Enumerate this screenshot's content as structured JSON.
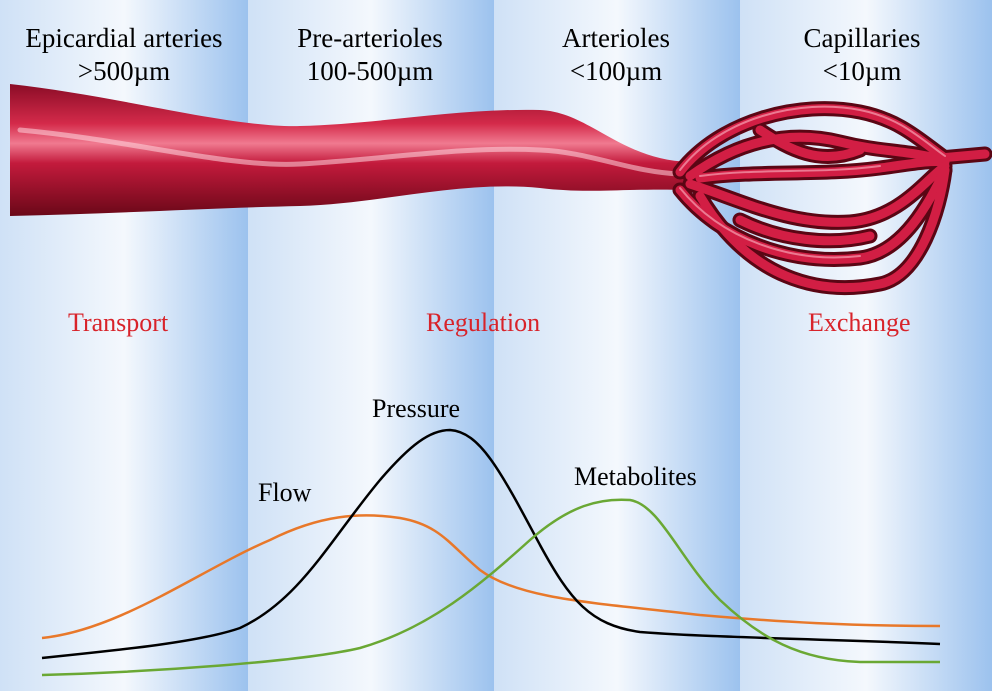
{
  "zones": [
    {
      "name": "Epicardial arteries",
      "size": ">500µm"
    },
    {
      "name": "Pre-arterioles",
      "size": "100-500µm"
    },
    {
      "name": "Arterioles",
      "size": "<100µm"
    },
    {
      "name": "Capillaries",
      "size": "<10µm"
    }
  ],
  "roles": {
    "transport": "Transport",
    "regulation": "Regulation",
    "exchange": "Exchange"
  },
  "curves": {
    "flow": "Flow",
    "pressure": "Pressure",
    "metabolites": "Metabolites"
  },
  "colors": {
    "vessel": "#c0183c",
    "role_text": "#d8232a",
    "flow": "#e8782a",
    "pressure": "#000000",
    "metabolites": "#6aa834",
    "band_edge": "#9cc2ee",
    "band_center": "#f4f8fd"
  }
}
